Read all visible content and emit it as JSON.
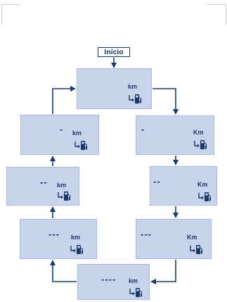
{
  "diagram": {
    "start_label": "Início",
    "steps": [
      {
        "dash": "",
        "unit": "km"
      },
      {
        "dash": "-",
        "unit": "Km"
      },
      {
        "dash": "--",
        "unit": "Km"
      },
      {
        "dash": "---",
        "unit": "Km"
      },
      {
        "dash": "----",
        "unit": "km"
      },
      {
        "dash": "---",
        "unit": "km"
      },
      {
        "dash": "--",
        "unit": "km"
      },
      {
        "dash": "-",
        "unit": "km"
      }
    ],
    "colors": {
      "box_fill": "#c8d3ec",
      "text": "#1d3768",
      "arrow": "#1a3a6b"
    },
    "icons": {
      "fuel": "fuel-pump-icon",
      "return": "return-arrow-icon"
    }
  }
}
